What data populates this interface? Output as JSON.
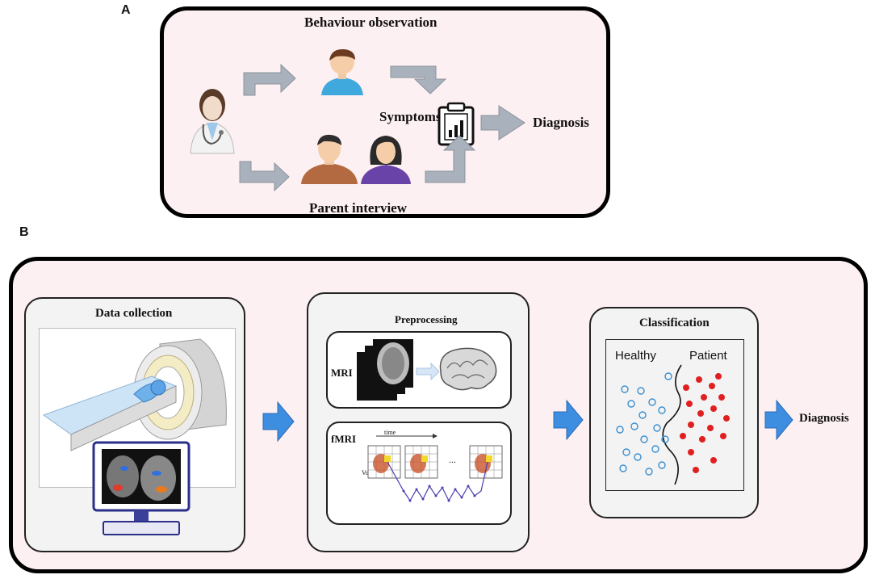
{
  "panel_a": {
    "letter": "A",
    "behaviour_title": "Behaviour observation",
    "parent_title": "Parent interview",
    "symptoms_label": "Symptoms",
    "diagnosis_label": "Diagnosis"
  },
  "panel_b": {
    "letter": "B",
    "data_collection_title": "Data collection",
    "preprocessing_title": "Preprocessing",
    "mri_label": "MRI",
    "fmri_label": "fMRI",
    "time_label": "time",
    "voxel_label": "Voxel",
    "ellipsis": "...",
    "classification_title": "Classification",
    "healthy_label": "Healthy",
    "patient_label": "Patient",
    "diagnosis_label": "Diagnosis"
  },
  "colors": {
    "panel_bg": "#fdf0f2",
    "arrow_gray": "#a9b2bc",
    "arrow_blue": "#3d8de0",
    "healthy_blue": "#3a8fd0",
    "patient_red": "#e02020",
    "timeseries_purple": "#4b3fb0"
  },
  "icons": [
    "doctor-icon",
    "child-icon",
    "father-icon",
    "mother-icon",
    "clipboard-chart-icon",
    "mri-scanner-icon",
    "monitor-icon",
    "brain-icon"
  ]
}
